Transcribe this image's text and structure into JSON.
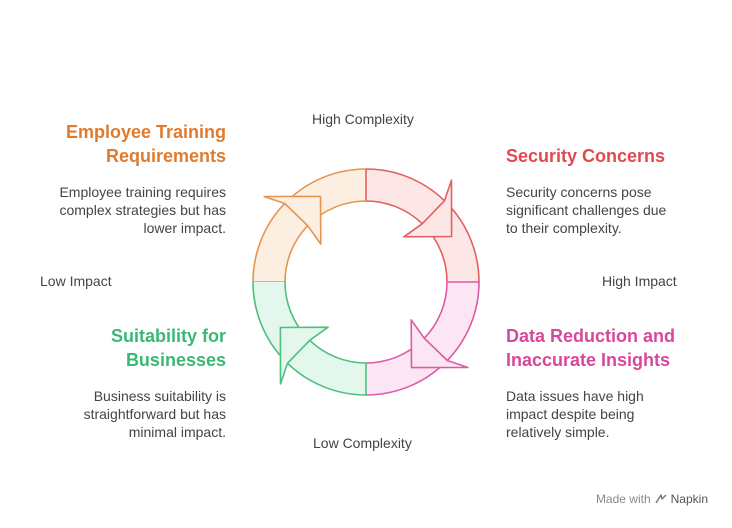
{
  "axes": {
    "top": "High Complexity",
    "bottom": "Low Complexity",
    "left": "Low Impact",
    "right": "High Impact"
  },
  "quadrants": {
    "top_left": {
      "title": "Employee Training\nRequirements",
      "desc": "Employee training requires\ncomplex strategies but has\nlower impact.",
      "color": "#e07b2e",
      "fill": "#fdeee2",
      "stroke": "#e49550"
    },
    "top_right": {
      "title": "Security Concerns",
      "desc": "Security concerns pose\nsignificant challenges due\nto their complexity.",
      "color": "#e0494f",
      "fill": "#fde7e6",
      "stroke": "#e2605f"
    },
    "bottom_left": {
      "title": "Suitability for\nBusinesses",
      "desc": "Business suitability is\nstraightforward but has\nminimal impact.",
      "color": "#3cb873",
      "fill": "#e3f7ec",
      "stroke": "#4cc07f"
    },
    "bottom_right": {
      "title": "Data Reduction and\nInaccurate Insights",
      "desc": "Data issues have high\nimpact despite being\nrelatively simple.",
      "color": "#d8489a",
      "fill": "#fde6f3",
      "stroke": "#de5aa8"
    }
  },
  "footer": {
    "made_with": "Made with",
    "brand": "Napkin",
    "icon": "napkin-logo-icon"
  }
}
